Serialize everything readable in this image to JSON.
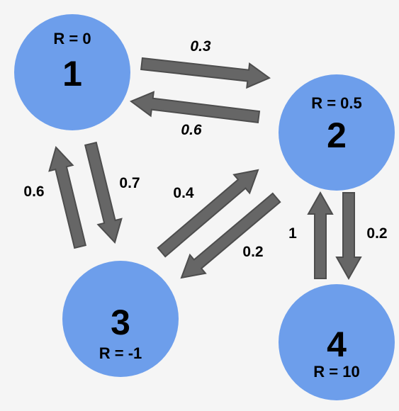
{
  "colors": {
    "background": "#f5f5f5",
    "node_fill": "#6d9eeb",
    "arrow_fill": "#666666",
    "arrow_stroke": "#4d4d4d",
    "text": "#000000"
  },
  "nodes": [
    {
      "id": "1",
      "label": "1",
      "reward": "R = 0"
    },
    {
      "id": "2",
      "label": "2",
      "reward": "R = 0.5"
    },
    {
      "id": "3",
      "label": "3",
      "reward": "R = -1"
    },
    {
      "id": "4",
      "label": "4",
      "reward": "R = 10"
    }
  ],
  "edges": [
    {
      "from": "1",
      "to": "2",
      "prob": "0.3"
    },
    {
      "from": "2",
      "to": "1",
      "prob": "0.6"
    },
    {
      "from": "1",
      "to": "3",
      "prob": "0.7"
    },
    {
      "from": "3",
      "to": "1",
      "prob": "0.6"
    },
    {
      "from": "3",
      "to": "2",
      "prob": "0.4"
    },
    {
      "from": "2",
      "to": "3",
      "prob": "0.2"
    },
    {
      "from": "4",
      "to": "2",
      "prob": "1"
    },
    {
      "from": "2",
      "to": "4",
      "prob": "0.2"
    }
  ]
}
